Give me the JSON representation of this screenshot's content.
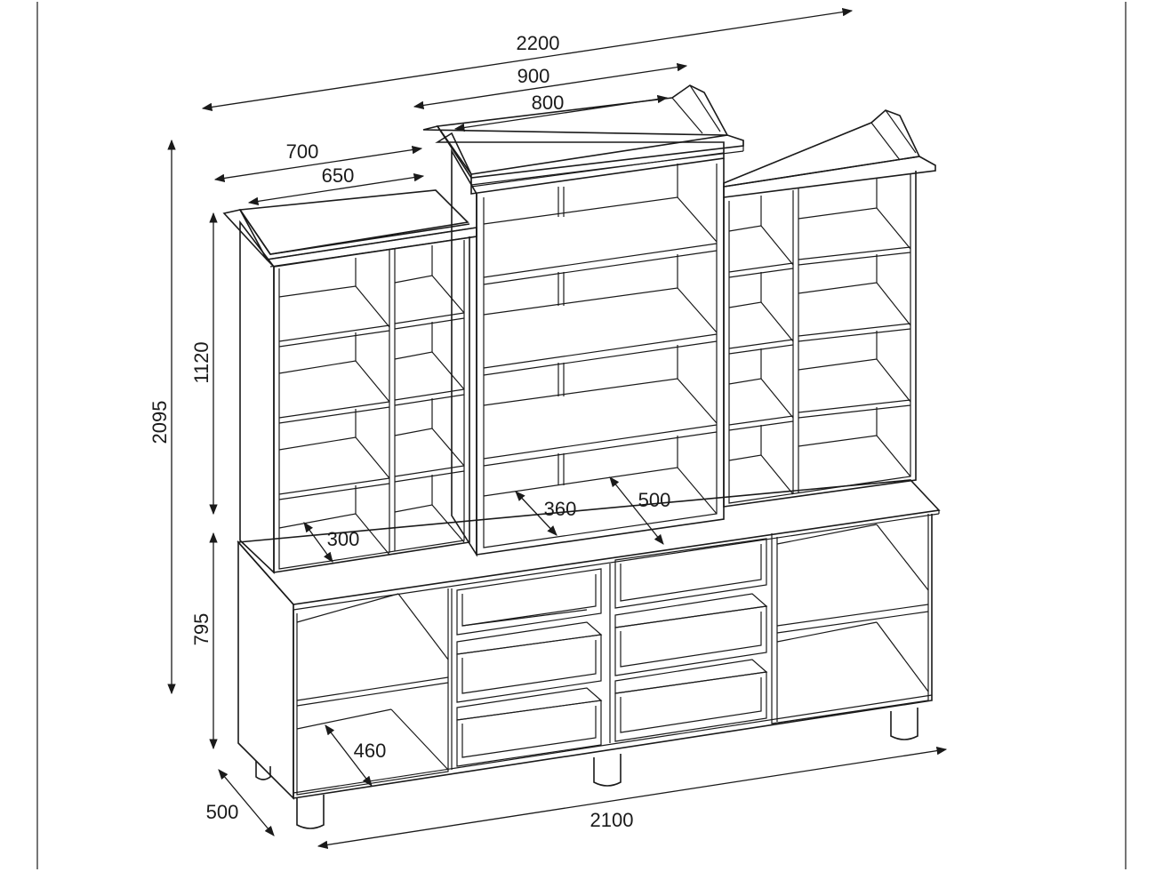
{
  "dimensions": {
    "overall_width_top": "2200",
    "center_top_outer": "900",
    "center_top_inner": "800",
    "side_top_outer": "700",
    "side_top_inner": "650",
    "overall_height": "2095",
    "upper_height": "1120",
    "lower_height": "795",
    "shelf_depth_side": "300",
    "shelf_depth_center": "360",
    "center_depth": "500",
    "lower_depth": "460",
    "base_depth": "500",
    "base_width": "2100"
  }
}
